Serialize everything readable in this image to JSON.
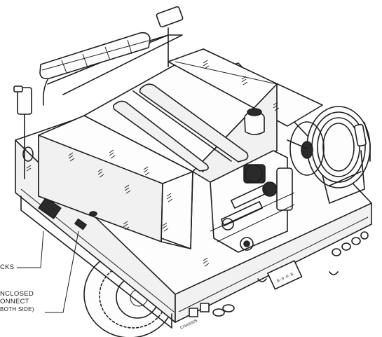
{
  "figure": {
    "callouts": [
      {
        "id": "cks",
        "text": "CKS"
      },
      {
        "id": "enclosed",
        "lines": [
          "NCLOSED",
          "ONNECT",
          "BOTH SIDE)"
        ]
      }
    ],
    "decals": {
      "tailgate_lettering": "CHASSIS",
      "plate_lettering": "B-0-0-B"
    }
  }
}
